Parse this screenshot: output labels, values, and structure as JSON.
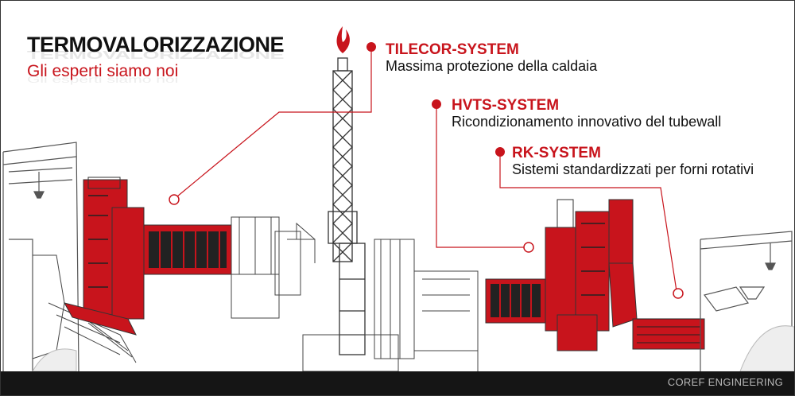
{
  "heading": {
    "title": "TERMOVALORIZZAZIONE",
    "subtitle": "Gli esperti siamo noi"
  },
  "systems": [
    {
      "name": "TILECOR-SYSTEM",
      "description": "Massima protezione della caldaia"
    },
    {
      "name": "HVTS-SYSTEM",
      "description": "Ricondizionamento innovativo del tubewall"
    },
    {
      "name": "RK-SYSTEM",
      "description": "Sistemi standardizzati per forni rotativi"
    }
  ],
  "footer": {
    "credit": "COREF ENGINEERING"
  },
  "colors": {
    "accent": "#c8141c",
    "ground": "#151515",
    "line_art": "#444444"
  }
}
